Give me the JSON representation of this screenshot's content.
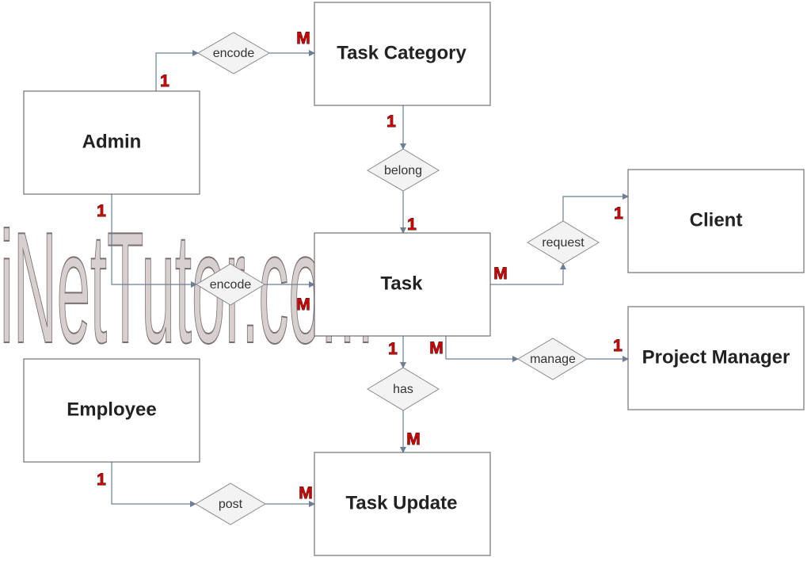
{
  "watermark": "iNetTutor.com",
  "entities": {
    "admin": "Admin",
    "task_category": "Task Category",
    "task": "Task",
    "client": "Client",
    "project_manager": "Project Manager",
    "employee": "Employee",
    "task_update": "Task Update"
  },
  "relationships": {
    "encode_category": "encode",
    "belong": "belong",
    "request": "request",
    "encode_task": "encode",
    "manage": "manage",
    "has": "has",
    "post": "post"
  },
  "cardinalities": {
    "admin_encode_category": "1",
    "encode_category_task_category": "M",
    "task_category_belong": "1",
    "belong_task": "1",
    "admin_encode_task": "1",
    "encode_task_task": "M",
    "task_request": "M",
    "request_client": "1",
    "task_has": "1",
    "has_task_update": "M",
    "task_manage": "M",
    "manage_project_manager": "1",
    "employee_post": "1",
    "post_task_update": "M"
  }
}
